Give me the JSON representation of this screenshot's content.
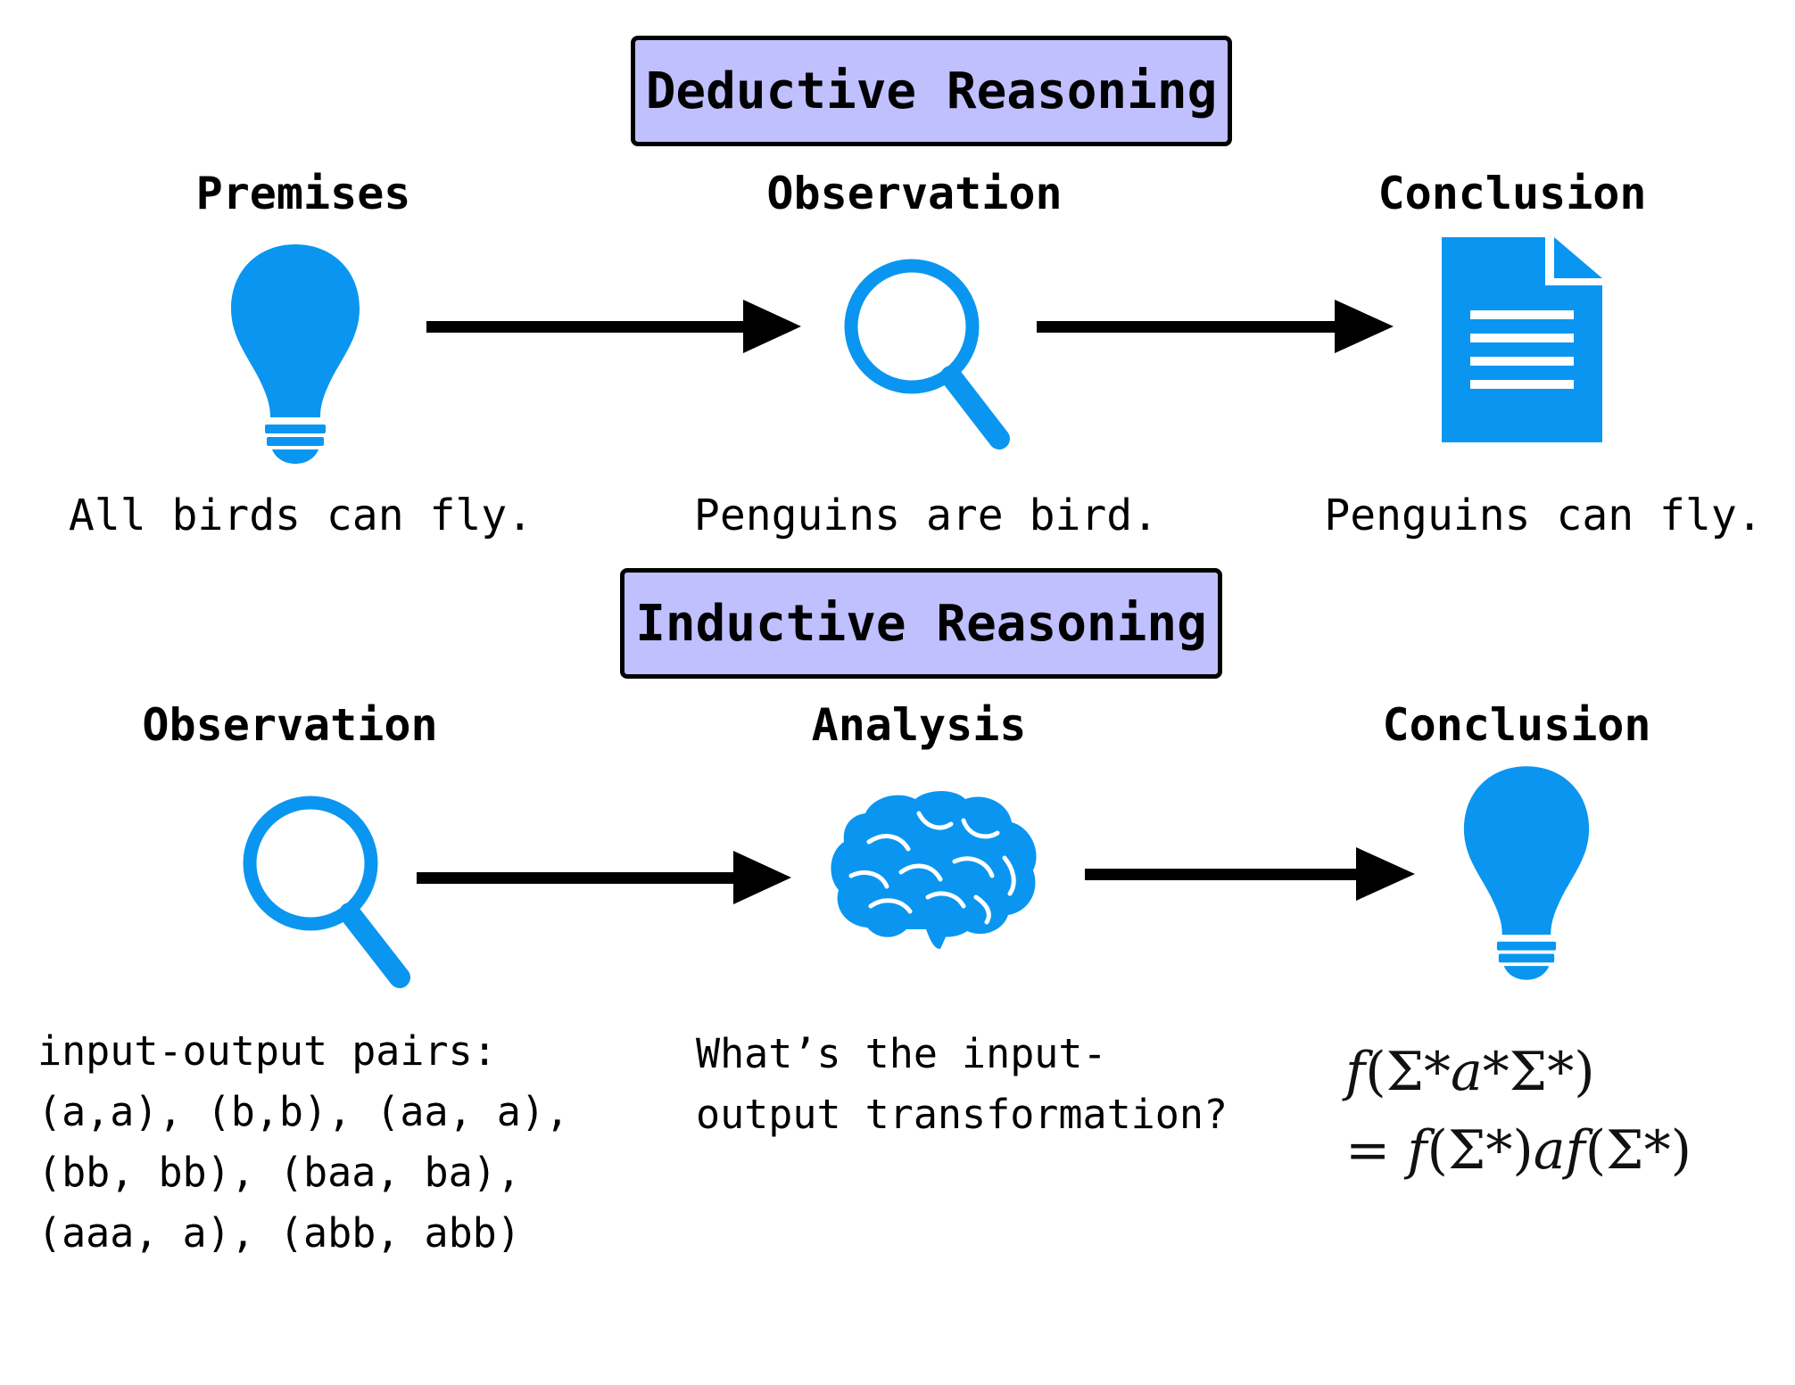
{
  "colors": {
    "icon": "#0a96f0",
    "title_fill": "#c0c0ff",
    "stroke": "#000000"
  },
  "deductive": {
    "title": "Deductive Reasoning",
    "steps": [
      {
        "heading": "Premises",
        "icon": "lightbulb-icon",
        "caption": "All birds can fly."
      },
      {
        "heading": "Observation",
        "icon": "magnifier-icon",
        "caption": "Penguins are bird."
      },
      {
        "heading": "Conclusion",
        "icon": "document-icon",
        "caption": "Penguins can fly."
      }
    ]
  },
  "inductive": {
    "title": "Inductive Reasoning",
    "steps": [
      {
        "heading": "Observation",
        "icon": "magnifier-icon",
        "caption_lines": [
          "input-output pairs:",
          "(a,a), (b,b), (aa, a),",
          "(bb, bb), (baa, ba),",
          "(aaa, a), (abb, abb)"
        ]
      },
      {
        "heading": "Analysis",
        "icon": "brain-icon",
        "caption_lines": [
          "What’s the input-",
          "output transformation?"
        ]
      },
      {
        "heading": "Conclusion",
        "icon": "lightbulb-icon",
        "formula_lines": [
          "𝑓(Σ*𝑎*Σ*)",
          "= 𝑓(Σ*)𝑎𝑓(Σ*)"
        ]
      }
    ]
  }
}
